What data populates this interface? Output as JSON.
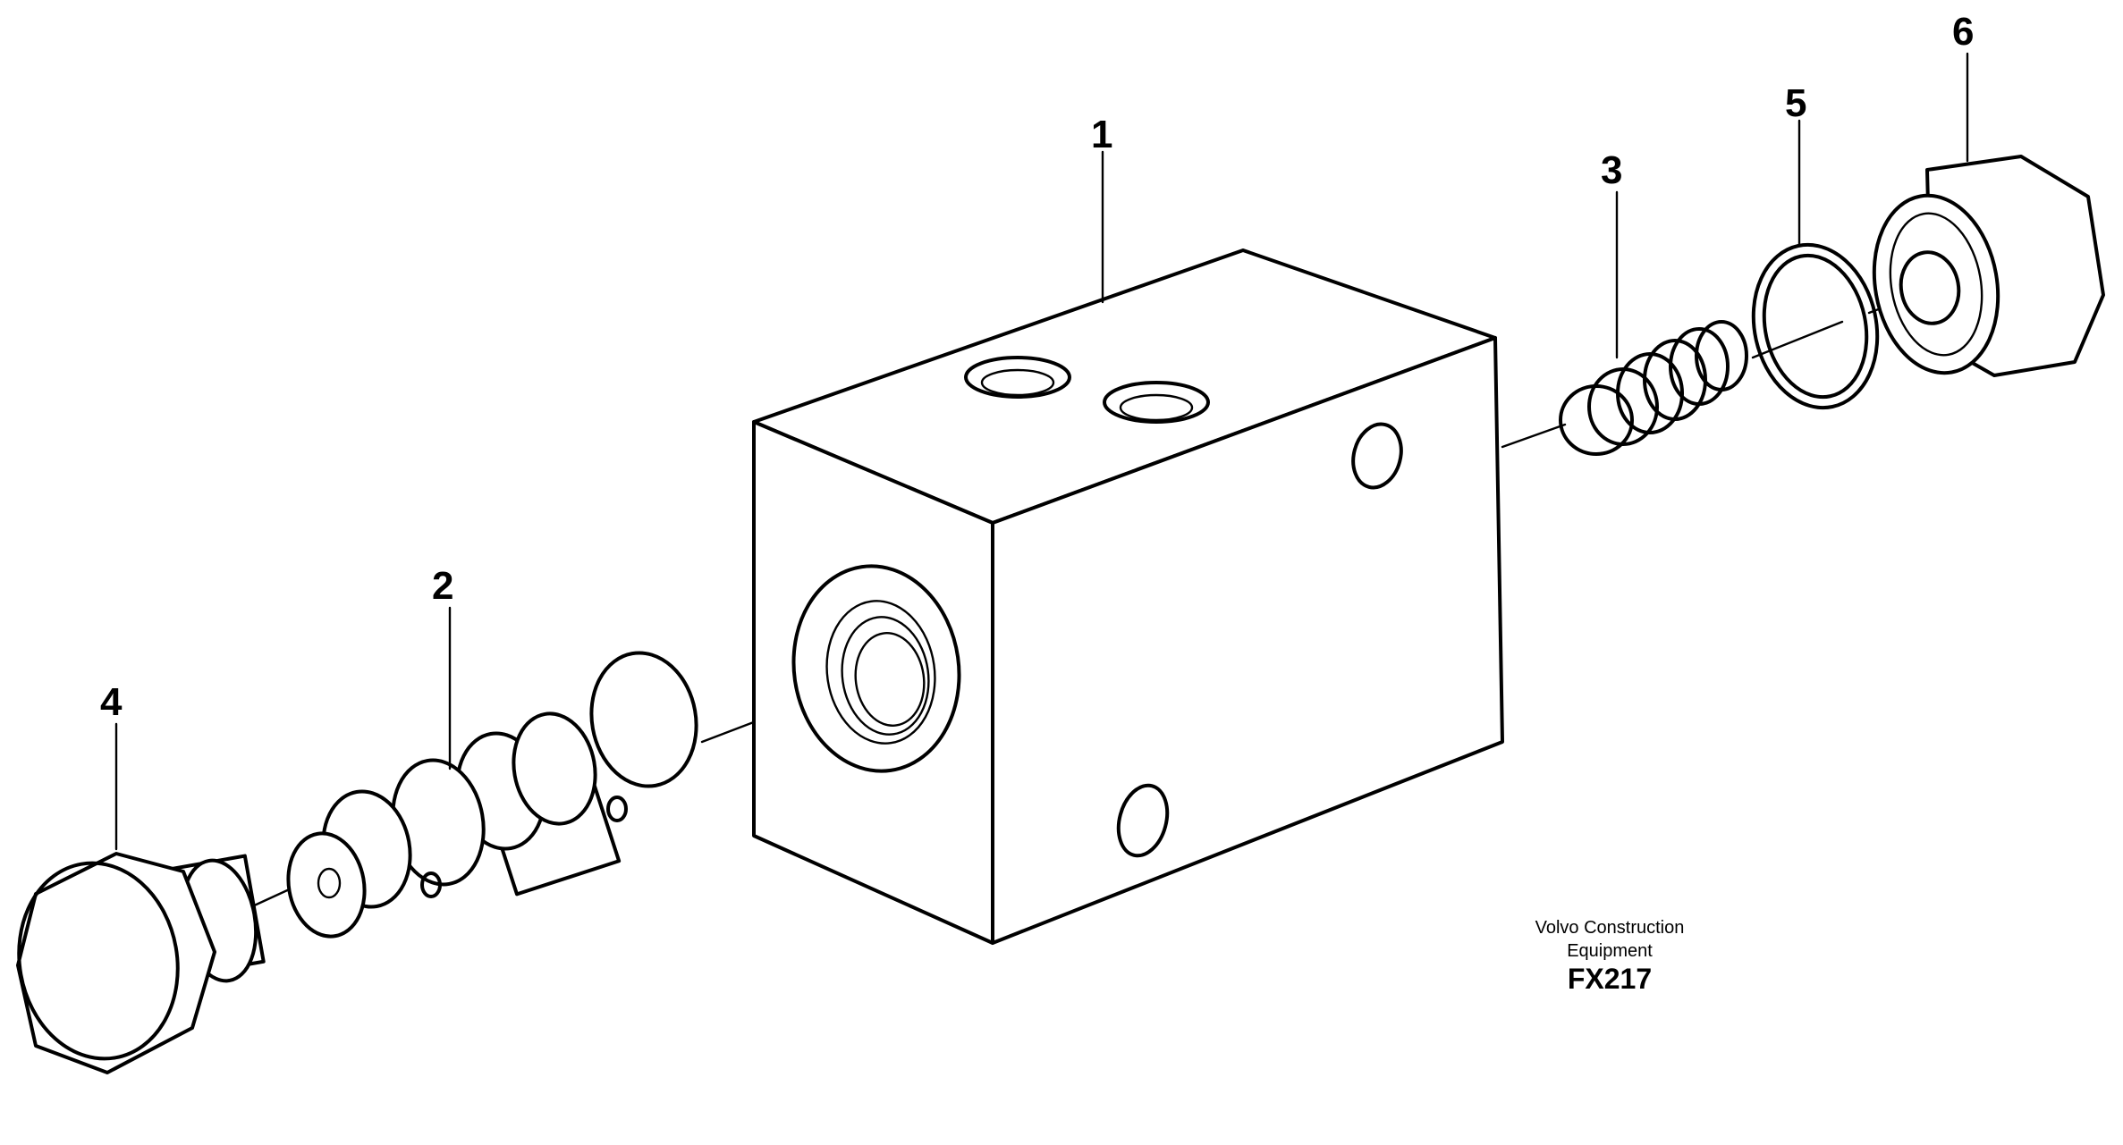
{
  "diagram": {
    "callouts": [
      {
        "id": "1",
        "label": "1"
      },
      {
        "id": "2",
        "label": "2"
      },
      {
        "id": "3",
        "label": "3"
      },
      {
        "id": "4",
        "label": "4"
      },
      {
        "id": "5",
        "label": "5"
      },
      {
        "id": "6",
        "label": "6"
      }
    ],
    "caption": {
      "line1": "Volvo Construction",
      "line2": "Equipment",
      "code": "FX217"
    }
  }
}
